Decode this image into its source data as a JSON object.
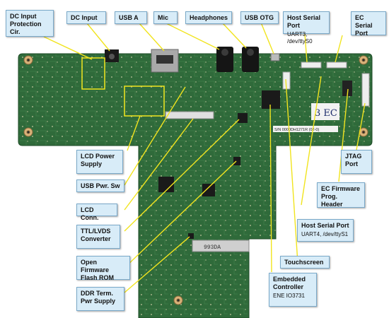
{
  "colors": {
    "board": "#2f6a3a",
    "board_dark": "#24542d",
    "callout_bg": "#d8ecf8",
    "callout_border": "#7aa9c9",
    "leader": "#f1e41e",
    "mount_hole": "#d9b27a"
  },
  "board_markings": {
    "handwritten": "3 EC",
    "part_number": "993DA",
    "serial": "S/N 0000DH1271R (02-0)"
  },
  "callouts": {
    "dc_protection": {
      "title": "DC Input\nProtection Cir.",
      "sub": ""
    },
    "dc_input": {
      "title": "DC Input",
      "sub": ""
    },
    "usb_a": {
      "title": "USB A",
      "sub": ""
    },
    "mic": {
      "title": "Mic",
      "sub": ""
    },
    "headphones": {
      "title": "Headphones",
      "sub": ""
    },
    "usb_otg": {
      "title": "USB OTG",
      "sub": ""
    },
    "host_serial_top": {
      "title": "Host Serial Port",
      "sub": "UART3, /dev/ttyS0"
    },
    "ec_serial": {
      "title": "EC Serial\nPort",
      "sub": ""
    },
    "lcd_power": {
      "title": "LCD Power\nSupply",
      "sub": ""
    },
    "usb_pwr_sw": {
      "title": "USB Pwr. Sw",
      "sub": ""
    },
    "lcd_conn": {
      "title": "LCD Conn.",
      "sub": ""
    },
    "ttl_lvds": {
      "title": "TTL/LVDS\nConverter",
      "sub": ""
    },
    "open_firmware": {
      "title": "Open Firmware\nFlash ROM",
      "sub": ""
    },
    "ddr_term": {
      "title": "DDR Term.\nPwr Supply",
      "sub": ""
    },
    "jtag": {
      "title": "JTAG\nPort",
      "sub": ""
    },
    "ec_firmware": {
      "title": "EC Firmware\nProg. Header",
      "sub": ""
    },
    "host_serial_bottom": {
      "title": "Host Serial Port",
      "sub": "UART4, /dev/ttyS1"
    },
    "touchscreen": {
      "title": "Touchscreen",
      "sub": ""
    },
    "embedded_controller": {
      "title": "Embedded\nController",
      "sub": "ENE IO3731"
    }
  }
}
